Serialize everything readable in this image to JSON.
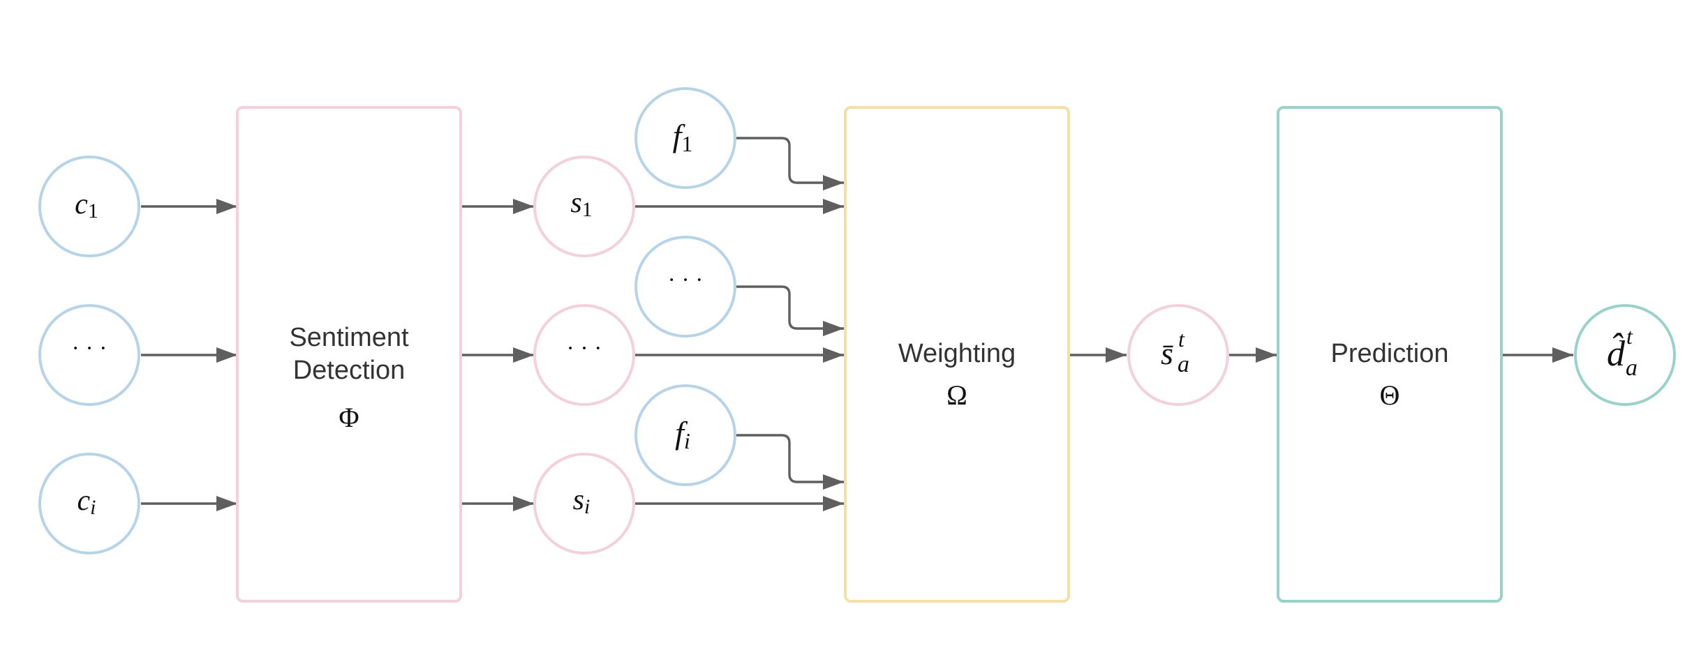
{
  "colors": {
    "blue": "#b5d3e9",
    "pink": "#f4cfdc",
    "yellow": "#f6dfa5",
    "teal": "#98d3cb",
    "arrow": "#5f5f5f",
    "text": "#333333"
  },
  "inputs": {
    "c1": {
      "base": "c",
      "sub": "1"
    },
    "dots": "· · ·",
    "ci": {
      "base": "c",
      "sub": "i"
    }
  },
  "sentiment_block": {
    "line1": "Sentiment",
    "line2": "Detection",
    "symbol": "Φ"
  },
  "sentiments": {
    "s1": {
      "base": "s",
      "sub": "1"
    },
    "dots": "· · ·",
    "si": {
      "base": "s",
      "sub": "i"
    }
  },
  "features": {
    "f1": {
      "base": "f",
      "sub": "1"
    },
    "dots": "· · ·",
    "fi": {
      "base": "f",
      "sub": "i"
    }
  },
  "weighting_block": {
    "label": "Weighting",
    "symbol": "Ω"
  },
  "aggregate": {
    "base": "s̄",
    "sub": "a",
    "sup": "t"
  },
  "prediction_block": {
    "label": "Prediction",
    "symbol": "Θ"
  },
  "output": {
    "base": "d̂",
    "sub": "a",
    "sup": "t"
  }
}
